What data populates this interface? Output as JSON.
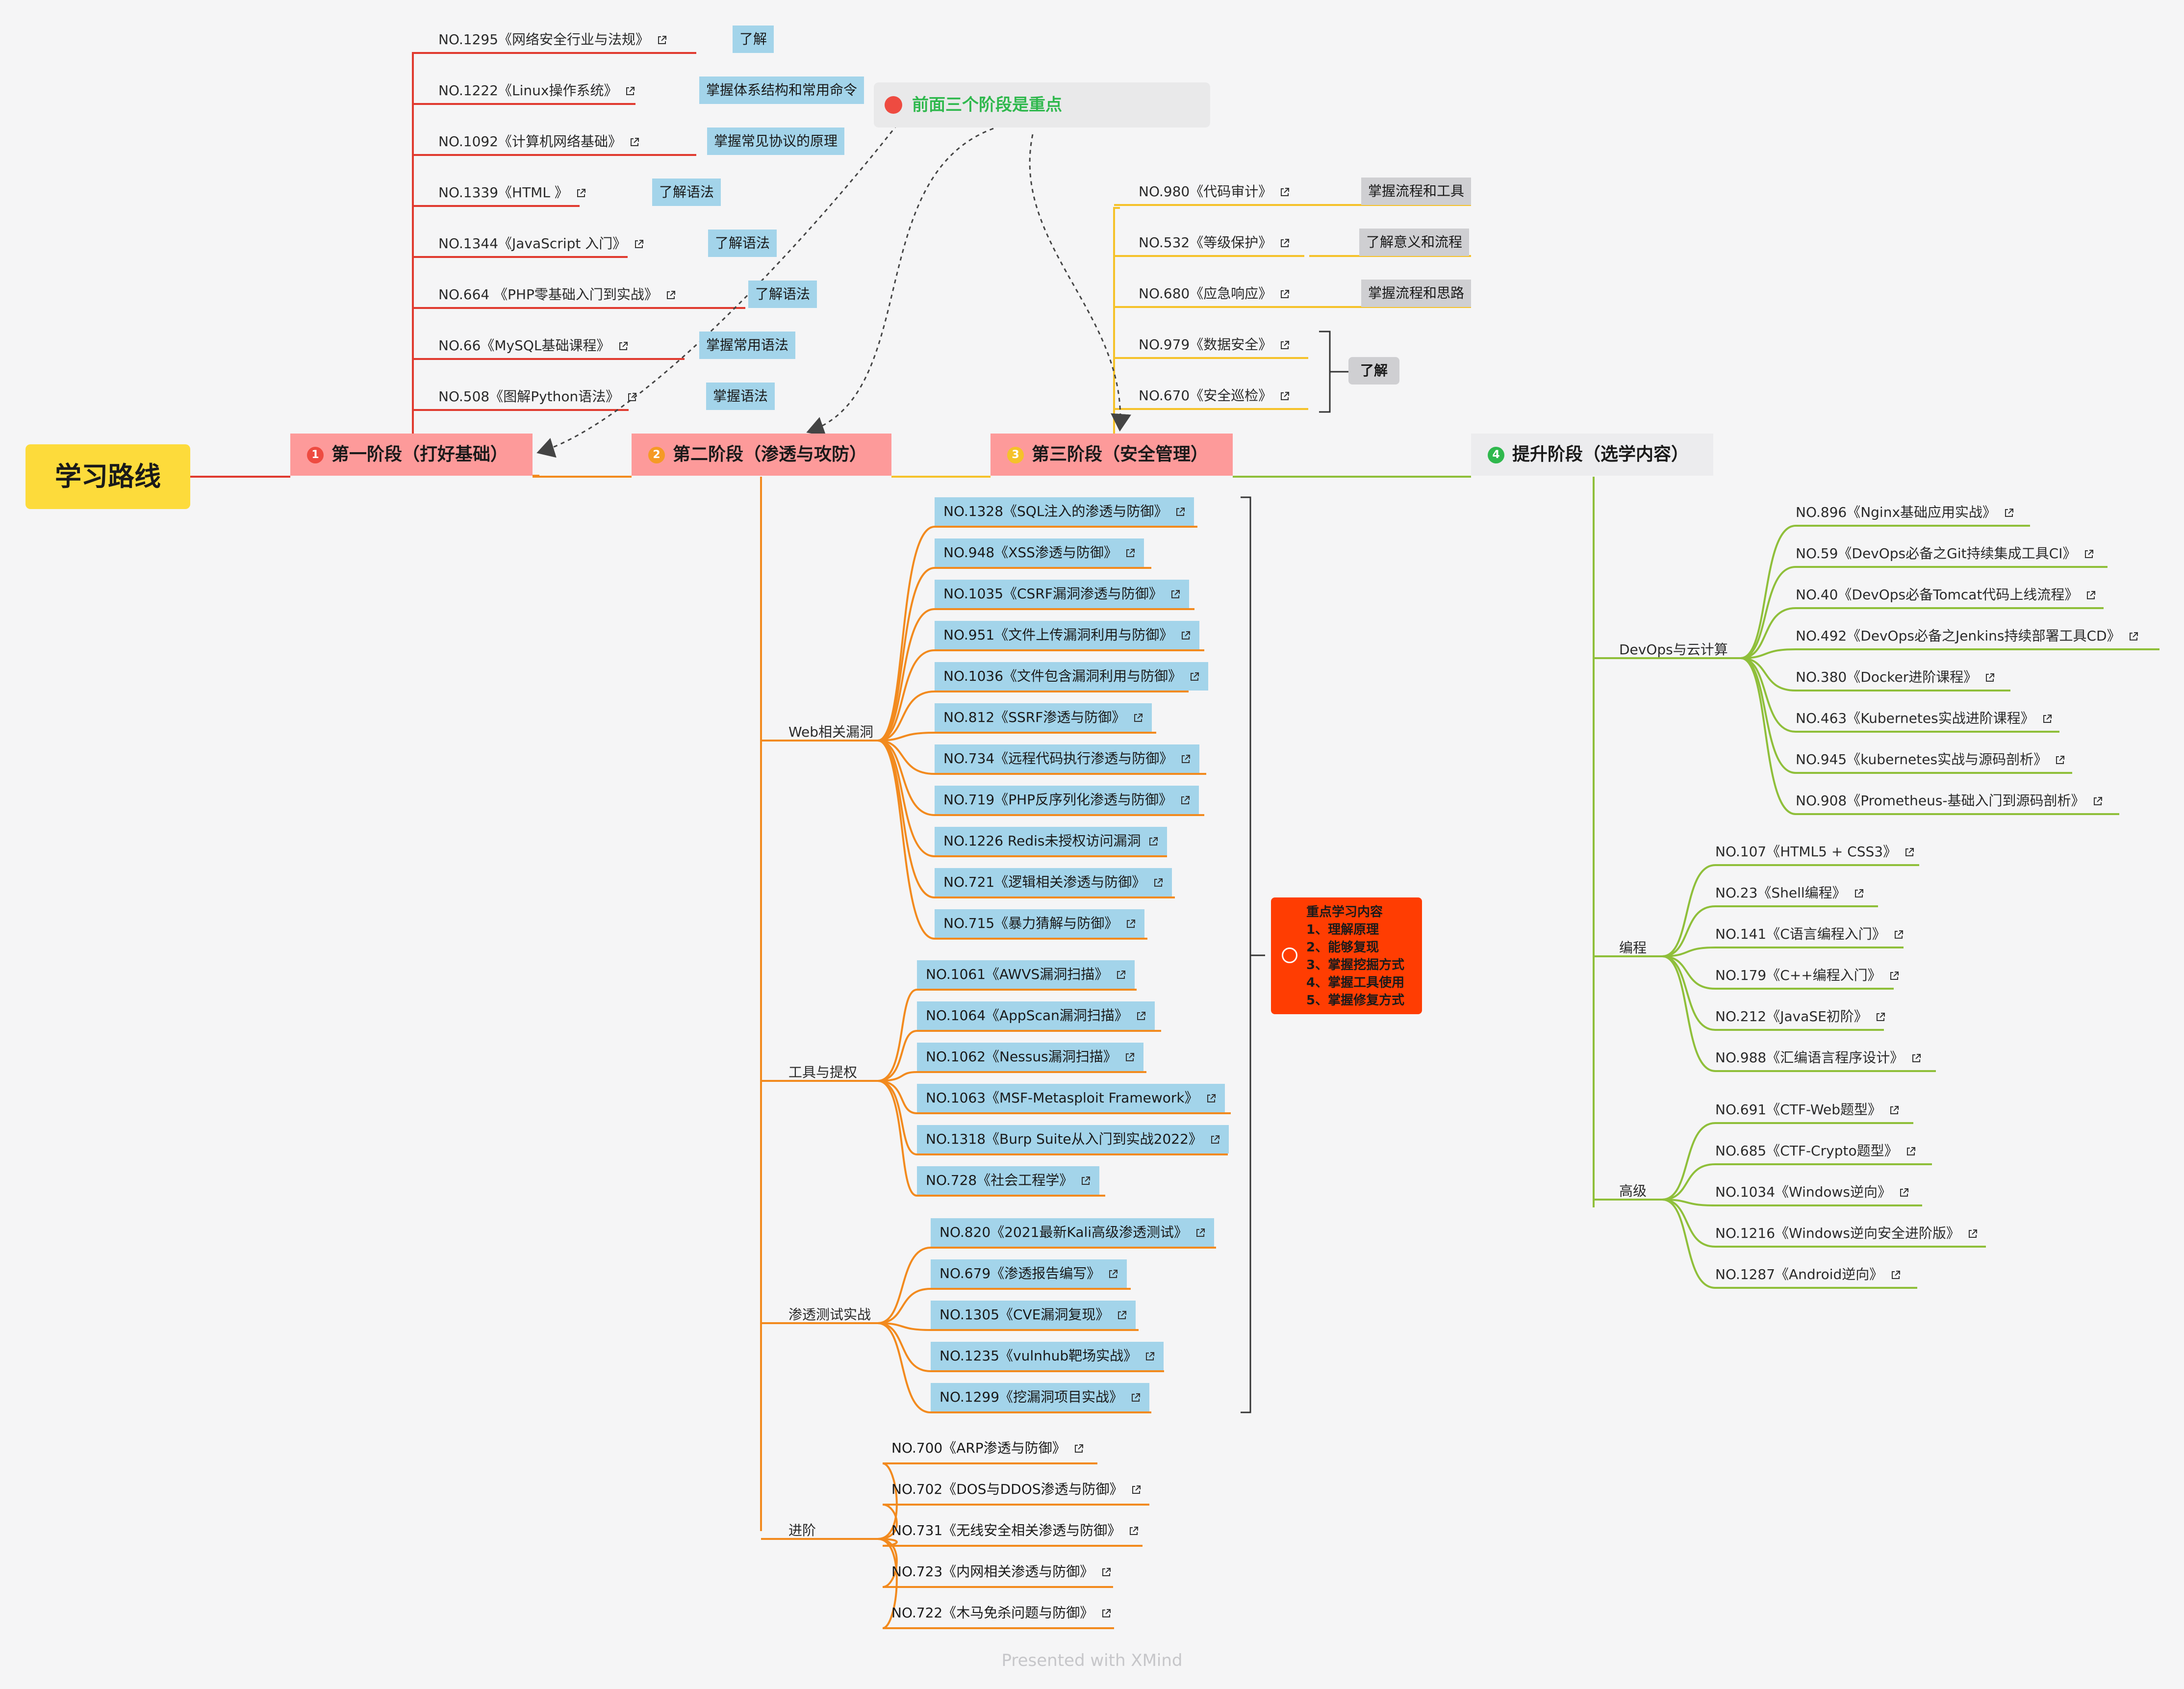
{
  "root": {
    "label": "学习路线",
    "color": "#fddb3b"
  },
  "note": {
    "label": "前面三个阶段是重点",
    "color": "#2fb84d"
  },
  "stages": [
    {
      "num": "1",
      "label": "第一阶段（打好基础）",
      "color": "#fd9a9a",
      "line_color": "#e03a2f"
    },
    {
      "num": "2",
      "label": "第二阶段（渗透与攻防）",
      "color": "#fd9a9a",
      "line_color": "#f28a1e"
    },
    {
      "num": "3",
      "label": "第三阶段（安全管理）",
      "color": "#fd9a9a",
      "line_color": "#f5c22a"
    },
    {
      "num": "4",
      "label": "提升阶段（选学内容）",
      "color": "#ececee",
      "line_color": "#8fbf3a"
    }
  ],
  "stage1_items": [
    {
      "label": "NO.1295《网络安全行业与法规》",
      "tag": "了解"
    },
    {
      "label": "NO.1222《Linux操作系统》",
      "tag": "掌握体系结构和常用命令"
    },
    {
      "label": "NO.1092《计算机网络基础》",
      "tag": "掌握常见协议的原理"
    },
    {
      "label": "NO.1339《HTML 》",
      "tag": "了解语法"
    },
    {
      "label": "NO.1344《JavaScript 入门》",
      "tag": "了解语法"
    },
    {
      "label": "NO.664 《PHP零基础入门到实战》",
      "tag": "了解语法"
    },
    {
      "label": "NO.66《MySQL基础课程》",
      "tag": "掌握常用语法"
    },
    {
      "label": "NO.508《图解Python语法》",
      "tag": "掌握语法"
    }
  ],
  "stage2_groups": [
    {
      "label": "Web相关漏洞",
      "items": [
        "NO.1328《SQL注入的渗透与防御》",
        "NO.948《XSS渗透与防御》",
        "NO.1035《CSRF漏洞渗透与防御》",
        "NO.951《文件上传漏洞利用与防御》",
        "NO.1036《文件包含漏洞利用与防御》",
        "NO.812《SSRF渗透与防御》",
        "NO.734《远程代码执行渗透与防御》",
        "NO.719《PHP反序列化渗透与防御》",
        "NO.1226 Redis未授权访问漏洞",
        "NO.721《逻辑相关渗透与防御》",
        "NO.715《暴力猜解与防御》"
      ]
    },
    {
      "label": "工具与提权",
      "items": [
        "NO.1061《AWVS漏洞扫描》",
        "NO.1064《AppScan漏洞扫描》",
        "NO.1062《Nessus漏洞扫描》",
        "NO.1063《MSF-Metasploit Framework》",
        "NO.1318《Burp Suite从入门到实战2022》",
        "NO.728《社会工程学》"
      ]
    },
    {
      "label": "渗透测试实战",
      "items": [
        "NO.820《2021最新Kali高级渗透测试》",
        "NO.679《渗透报告编写》",
        "NO.1305《CVE漏洞复现》",
        "NO.1235《vulnhub靶场实战》",
        "NO.1299《挖漏洞项目实战》"
      ]
    },
    {
      "label": "进阶",
      "items": [
        "NO.700《ARP渗透与防御》",
        "NO.702《DOS与DDOS渗透与防御》",
        "NO.731《无线安全相关渗透与防御》",
        "NO.723《内网相关渗透与防御》",
        "NO.722《木马免杀问题与防御》"
      ]
    }
  ],
  "callout": {
    "title": "重点学习内容",
    "lines": [
      "1、理解原理",
      "2、能够复现",
      "3、掌握挖掘方式",
      "4、掌握工具使用",
      "5、掌握修复方式"
    ],
    "color": "#ff3d02"
  },
  "stage3_items": [
    {
      "label": "NO.980《代码审计》",
      "tag": "掌握流程和工具"
    },
    {
      "label": "NO.532《等级保护》",
      "tag": "了解意义和流程"
    },
    {
      "label": "NO.680《应急响应》",
      "tag": "掌握流程和思路"
    },
    {
      "label": "NO.979《数据安全》",
      "tag": ""
    },
    {
      "label": "NO.670《安全巡检》",
      "tag": ""
    }
  ],
  "stage3_group_tag": "了解",
  "stage4_groups": [
    {
      "label": "DevOps与云计算",
      "items": [
        "NO.896《Nginx基础应用实战》",
        "NO.59《DevOps必备之Git持续集成工具CI》",
        "NO.40《DevOps必备Tomcat代码上线流程》",
        "NO.492《DevOps必备之Jenkins持续部署工具CD》",
        "NO.380《Docker进阶课程》",
        "NO.463《Kubernetes实战进阶课程》",
        "NO.945《kubernetes实战与源码剖析》",
        "NO.908《Prometheus-基础入门到源码剖析》"
      ]
    },
    {
      "label": "编程",
      "items": [
        "NO.107《HTML5 + CSS3》",
        "NO.23《Shell编程》",
        "NO.141《C语言编程入门》",
        "NO.179《C++编程入门》",
        "NO.212《JavaSE初阶》",
        "NO.988《汇编语言程序设计》"
      ]
    },
    {
      "label": "高级",
      "items": [
        "NO.691《CTF-Web题型》",
        "NO.685《CTF-Crypto题型》",
        "NO.1034《Windows逆向》",
        "NO.1216《Windows逆向安全进阶版》",
        "NO.1287《Android逆向》"
      ]
    }
  ],
  "icons": {
    "link": "external-link-icon",
    "flag": "flag-icon",
    "callout": "crown-icon"
  },
  "footer": "Presented with XMind"
}
